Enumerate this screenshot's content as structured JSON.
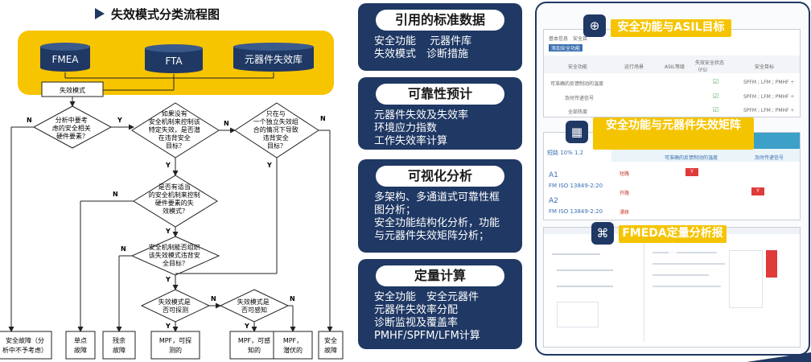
{
  "left_title": "失效模式分类流程图",
  "flow": {
    "sources": [
      "FMEA",
      "FTA",
      "元器件失效库"
    ],
    "failure_mode": "失效模式",
    "q1": [
      "分析中要考",
      "虑的安全相关",
      "硬件要素？"
    ],
    "q2": [
      "如果没有",
      "安全机制来控制该",
      "特定失效，是否潜",
      "在违背安全",
      "目标？"
    ],
    "q3": [
      "只在与",
      "一个独立失效组",
      "合的情况下导致",
      "违背安全",
      "目标？"
    ],
    "q4": [
      "是否有适当",
      "的安全机制来控制",
      "硬件要素的失",
      "效模式？"
    ],
    "q5": [
      "安全机制能否组织",
      "该失效模式违背安",
      "全目标？"
    ],
    "q6": [
      "失效模式是",
      "否可探测"
    ],
    "q7": [
      "失效模式是",
      "否可感知"
    ],
    "y": "Y",
    "n": "N",
    "outcomes": [
      [
        "安全故障（分",
        "析中不予考虑）"
      ],
      [
        "单点",
        "故障"
      ],
      [
        "残余",
        "故障"
      ],
      [
        "MPF，可探",
        "测的"
      ],
      [
        "MPF，可感",
        "知的"
      ],
      [
        "MPF，",
        "潜伏的"
      ],
      [
        "安全",
        "故障"
      ]
    ]
  },
  "cards": [
    {
      "title": "引用的标准数据",
      "body": "安全功能　 元器件库\n失效模式　诊断措施"
    },
    {
      "title": "可靠性预计",
      "body": "元器件失效及失效率\n环境应力指数\n工作失效率计算"
    },
    {
      "title": "可视化分析",
      "body": "多架构、多通道式可靠性框\n图分析；\n安全功能结构化分析，功能\n与元器件失效矩阵分析；"
    },
    {
      "title": "定量计算",
      "body": "安全功能　安全元器件\n元器件失效率分配\n诊断监视及覆盖率\nPMHF/SPFM/LFM计算"
    }
  ],
  "panel": {
    "banners": [
      "安全功能与ASIL目标",
      "安全功能与元器件失效矩阵",
      "FMEDA定量分析报告"
    ],
    "shot1": {
      "tabs": [
        "基本信息",
        "安全目"
      ],
      "button": "添加安全功能",
      "headers": [
        "安全功能",
        "运行场景",
        "ASIL等级",
        "失效安全状态（FS）",
        "安全目标"
      ],
      "rows": [
        [
          "可准确的反馈制动的温度",
          "SPFM ; LFM ; PMHF ÷"
        ],
        [
          "及时传递信号",
          "SPFM ; LFM ; PMHF ÷"
        ],
        [
          "全部热度",
          "SPFM ; LFM ; PMHF ÷"
        ]
      ],
      "check": "☑"
    },
    "shot2": {
      "tags": [
        "短路 10% 1.2",
        "A1",
        "FM ISO 13849-2:20",
        "A2",
        "FM ISO 13849-2:20"
      ],
      "headers": [
        "可准确的反馈制动的温度",
        "及时传递信号"
      ],
      "rows": [
        "短路",
        "开路",
        "漂移"
      ],
      "mark": "Y"
    }
  }
}
